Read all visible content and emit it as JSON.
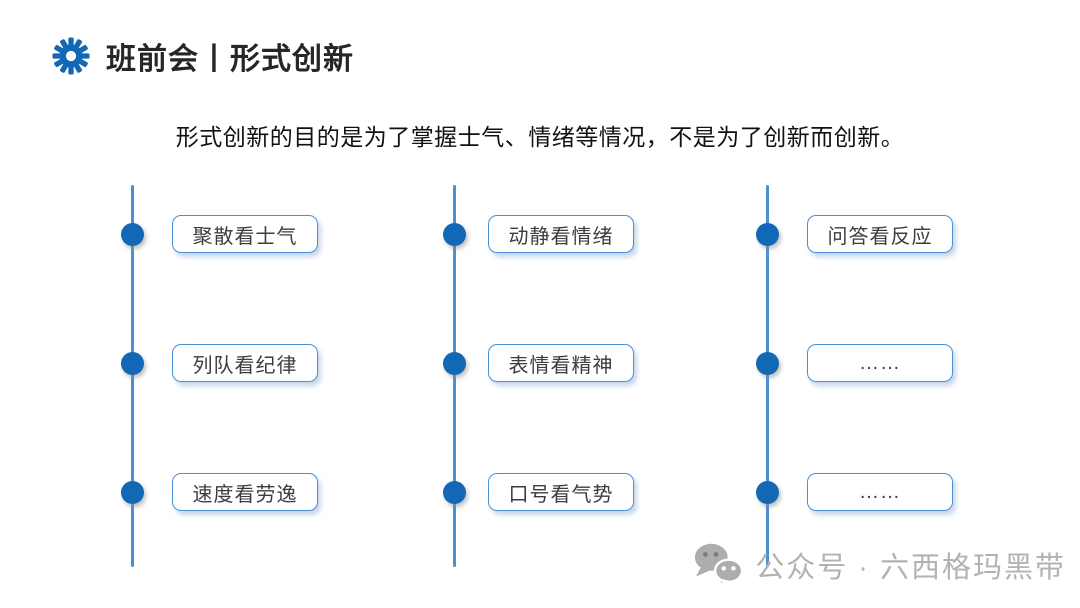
{
  "header": {
    "title": "班前会丨形式创新",
    "icon": "gear-icon"
  },
  "subtitle": "形式创新的目的是为了掌握士气、情绪等情况，不是为了创新而创新。",
  "columns": [
    {
      "items": [
        {
          "label": "聚散看士气"
        },
        {
          "label": "列队看纪律"
        },
        {
          "label": "速度看劳逸"
        }
      ]
    },
    {
      "items": [
        {
          "label": "动静看情绪"
        },
        {
          "label": "表情看精神"
        },
        {
          "label": "口号看气势"
        }
      ]
    },
    {
      "items": [
        {
          "label": "问答看反应"
        },
        {
          "label": "……"
        },
        {
          "label": "……"
        }
      ]
    }
  ],
  "watermark": {
    "icon": "wechat-icon",
    "text": "公众号 · 六西格玛黑带"
  },
  "colors": {
    "primary_blue": "#1268b5",
    "light_blue": "#4a90d5",
    "title_text": "#262626",
    "box_text": "#3d3d3d",
    "watermark_gray": "#b2b2b2"
  }
}
